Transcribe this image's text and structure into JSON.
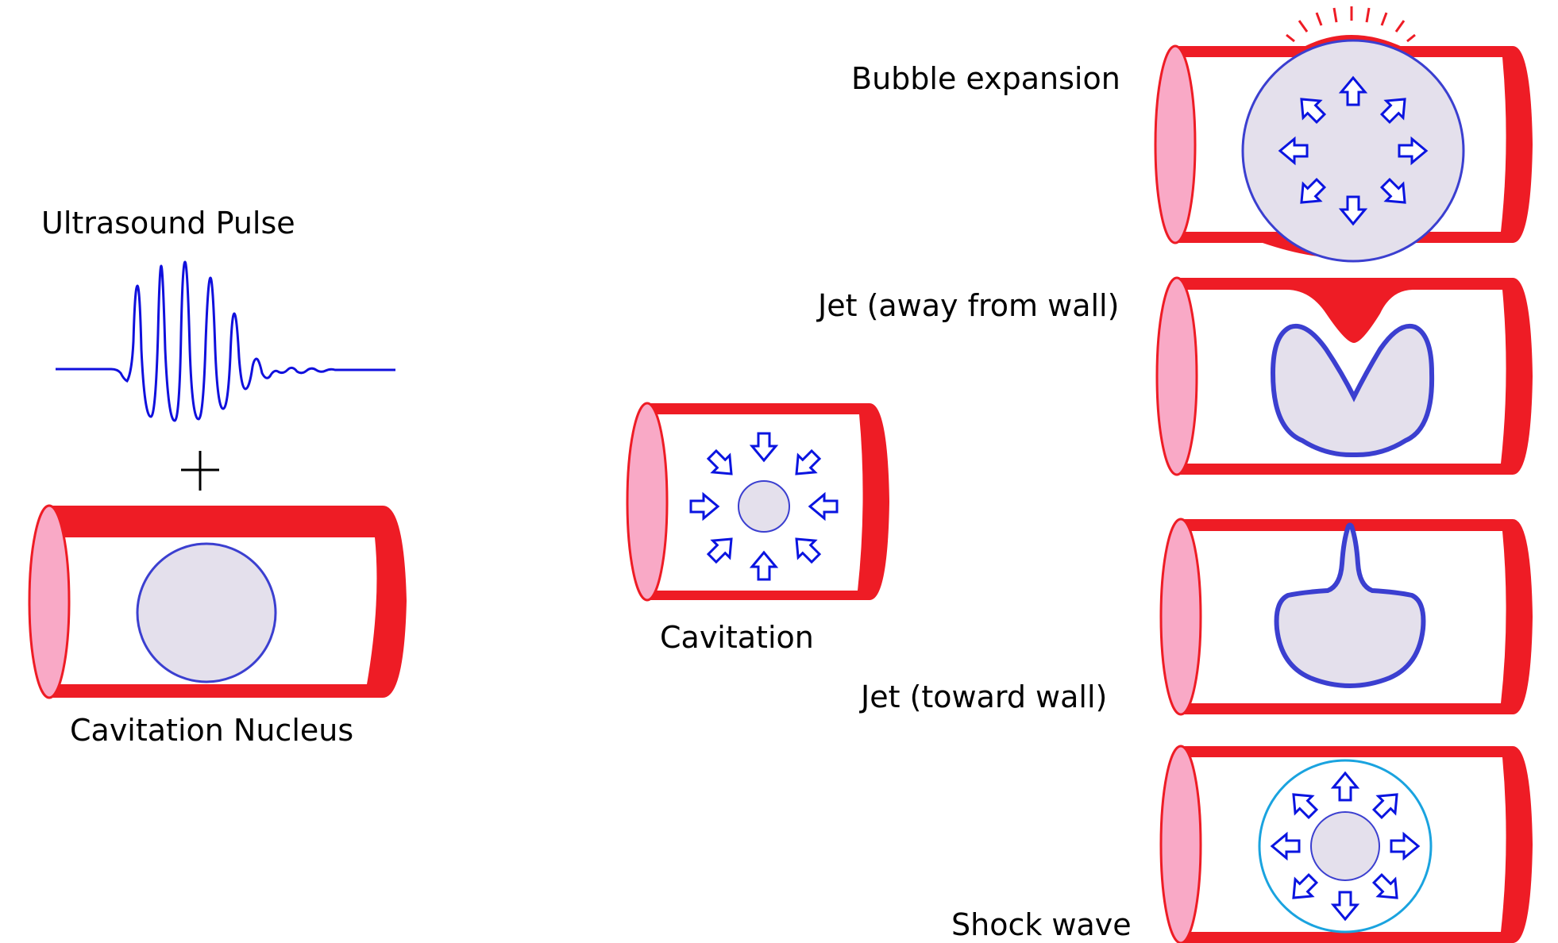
{
  "labels": {
    "ultrasound_pulse": "Ultrasound Pulse",
    "cavitation_nucleus": "Cavitation Nucleus",
    "cavitation": "Cavitation",
    "bubble_expansion": "Bubble expansion",
    "jet_away": "Jet (away from wall)",
    "jet_toward": "Jet (toward wall)",
    "shock_wave": "Shock wave"
  },
  "plus_symbol": "+",
  "colors": {
    "vessel_red": "#ee1c25",
    "vessel_opening_pink": "#f9a9c6",
    "bubble_fill": "#e4e0ec",
    "bubble_outline": "#3b3fd0",
    "arrow_blue": "#0a14e0",
    "waveform_blue": "#1010dd",
    "shock_ring": "#1aa3df"
  }
}
